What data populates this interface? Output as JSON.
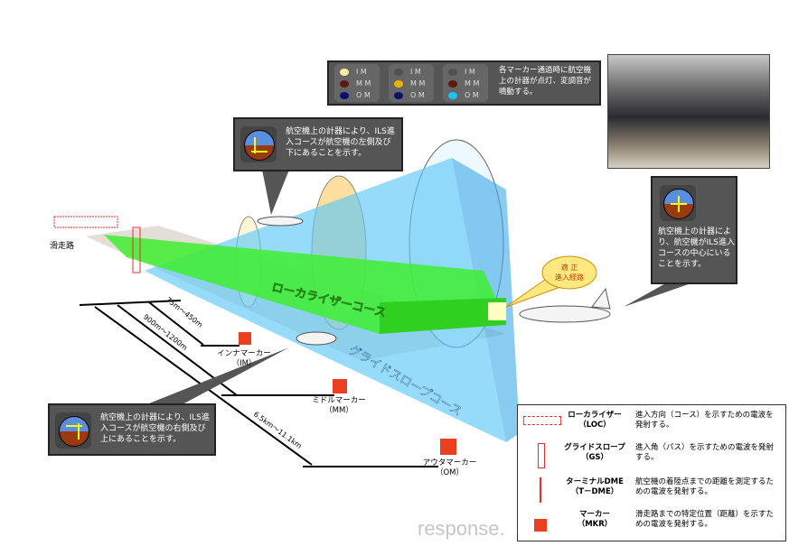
{
  "runway_label": "滑走路",
  "localizer_course_label": "ローカライザーコース",
  "glide_slope_course_label": "グライドスロープコース",
  "correct_path_bubble": {
    "line1": "適 正",
    "line2": "進入経路"
  },
  "marker_panel": {
    "groups": [
      {
        "rows": [
          {
            "label": "I M",
            "color": "#f5f0a0"
          },
          {
            "label": "M M",
            "color": "#5a1a10"
          },
          {
            "label": "O M",
            "color": "#0a1070"
          }
        ]
      },
      {
        "rows": [
          {
            "label": "I M",
            "color": "#505050"
          },
          {
            "label": "M M",
            "color": "#f0b000"
          },
          {
            "label": "O M",
            "color": "#0a1070"
          }
        ]
      },
      {
        "rows": [
          {
            "label": "I M",
            "color": "#505050"
          },
          {
            "label": "M M",
            "color": "#5a1a10"
          },
          {
            "label": "O M",
            "color": "#20c0f0"
          }
        ]
      }
    ],
    "text": "各マーカー通過時に航空機上の計器が点灯、変調音が鳴動する。"
  },
  "callouts": {
    "left_below": "航空機上の計器により、ILS進入コースが航空機の左側及び下にあることを示す。",
    "center": "航空機上の計器により、航空機がILS進入コースの中心にいることを示す。",
    "right_above": "航空機上の計器により、ILS進入コースが航空機の右側及び上にあることを示す。"
  },
  "markers": {
    "im": {
      "name": "インナマーカー",
      "abbr": "（IM）"
    },
    "mm": {
      "name": "ミドルマーカー",
      "abbr": "（MM）"
    },
    "om": {
      "name": "アウタマーカー",
      "abbr": "（OM）"
    }
  },
  "distances": {
    "im": "75m～450m",
    "mm": "900m～1200m",
    "om": "6.5km～11.1km"
  },
  "legend": [
    {
      "name": "ローカライザー",
      "abbr": "（LOC）",
      "desc": "進入方向（コース）を示すための電波を発射する。"
    },
    {
      "name": "グライドスロープ",
      "abbr": "（GS）",
      "desc": "進入角（パス）を示すための電波を発射する。"
    },
    {
      "name": "ターミナルDME",
      "abbr": "（T－DME）",
      "desc": "航空機の着陸点までの距離を測定するための電波を発射する。"
    },
    {
      "name": "マーカー",
      "abbr": "（MKR）",
      "desc": "滑走路までの特定位置（距離）を示すための電波を発射する。"
    }
  ],
  "watermark": "response."
}
